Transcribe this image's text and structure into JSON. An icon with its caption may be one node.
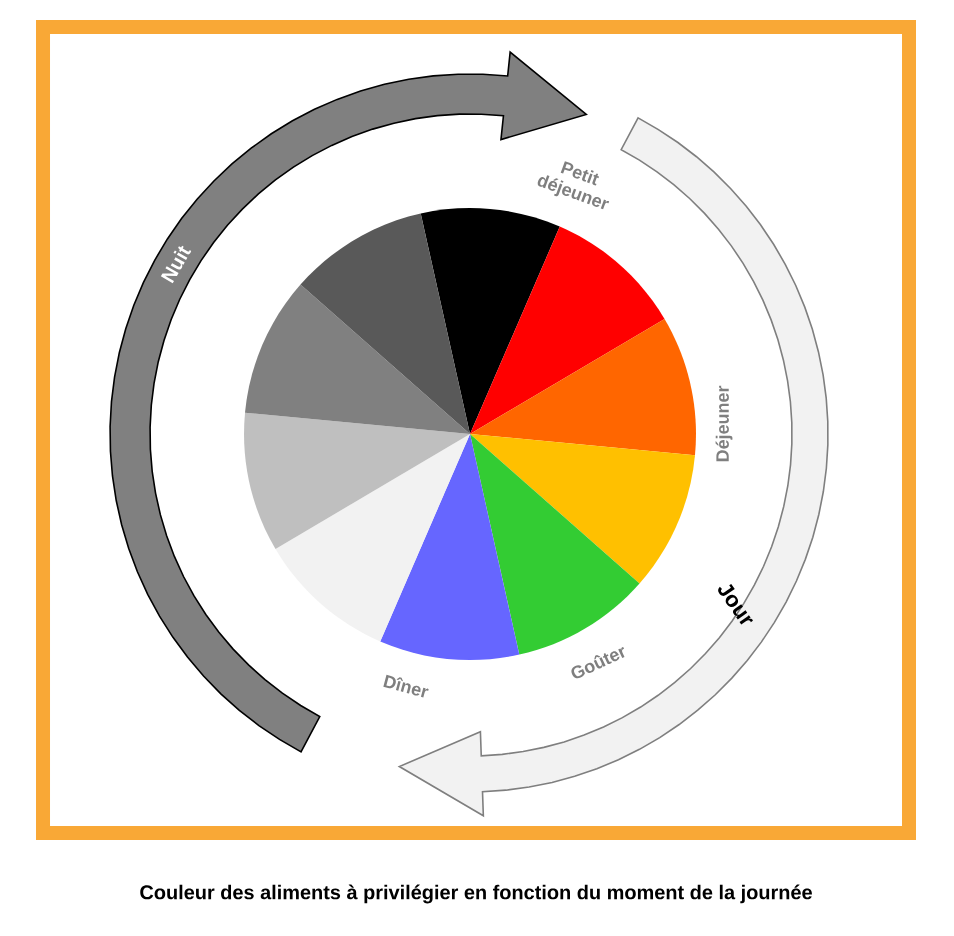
{
  "diagram": {
    "caption": "Couleur des aliments à privilégier en fonction du moment de la journée",
    "labels": [
      "Nuit",
      "Petit déjeuner",
      "Déjeuner",
      "Jour",
      "Goûter",
      "Dîner"
    ]
  }
}
